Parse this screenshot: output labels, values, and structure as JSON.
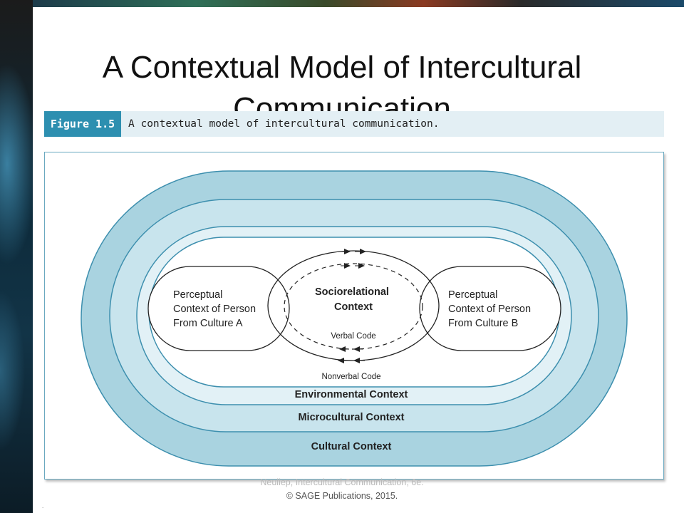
{
  "slide": {
    "title_line1": "A Contextual Model of Intercultural",
    "title_line2": "Communication"
  },
  "figure": {
    "tag": "Figure 1.5",
    "caption": "A contextual model of intercultural communication."
  },
  "diagram": {
    "cultural_context": "Cultural Context",
    "microcultural_context": "Microcultural Context",
    "environmental_context": "Environmental Context",
    "sociorelational_line1": "Sociorelational",
    "sociorelational_line2": "Context",
    "verbal_code": "Verbal Code",
    "nonverbal_code": "Nonverbal Code",
    "person_a": [
      "Perceptual",
      "Context of Person",
      "From Culture A"
    ],
    "person_b": [
      "Perceptual",
      "Context of Person",
      "From Culture B"
    ]
  },
  "footer": {
    "line1": "Neuliep, Intercultural Communication, 6e.",
    "line2": "© SAGE Publications, 2015."
  },
  "colors": {
    "cultural_band": "#a9d3e0",
    "microcultural_band": "#c8e4ed",
    "environmental_band": "#e2f1f6",
    "outline": "#3d8fae",
    "figure_tag": "#2d8fb0"
  }
}
